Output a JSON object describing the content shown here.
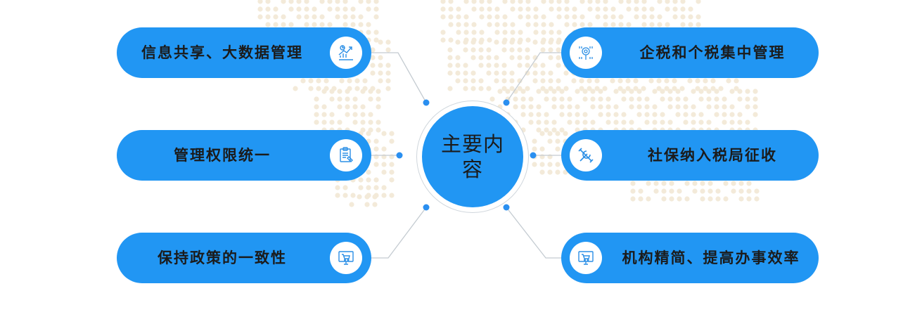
{
  "center": {
    "title": "主要内容"
  },
  "nodes": {
    "left": [
      {
        "label": "信息共享、大数据管理",
        "icon": "growth-chart-icon"
      },
      {
        "label": "管理权限统一",
        "icon": "clipboard-icon"
      },
      {
        "label": "保持政策的一致性",
        "icon": "monitor-cart-icon"
      }
    ],
    "right": [
      {
        "label": "企税和个税集中管理",
        "icon": "data-search-icon"
      },
      {
        "label": "社保纳入税局征收",
        "icon": "tools-icon"
      },
      {
        "label": "机构精简、提高办事效率",
        "icon": "monitor-cart-icon"
      }
    ]
  },
  "colors": {
    "accent": "#2196f3",
    "dot": "#2a8ff0",
    "connector": "#c4cbd1",
    "map_dots": "#f3ead9"
  }
}
